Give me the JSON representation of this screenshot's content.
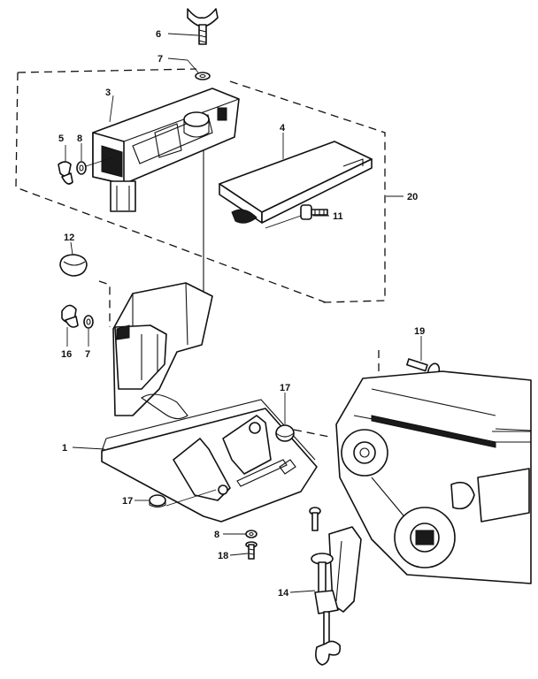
{
  "callouts": [
    {
      "id": "c6",
      "text": "6"
    },
    {
      "id": "c7a",
      "text": "7"
    },
    {
      "id": "c3",
      "text": "3"
    },
    {
      "id": "c5",
      "text": "5"
    },
    {
      "id": "c8a",
      "text": "8"
    },
    {
      "id": "c4",
      "text": "4"
    },
    {
      "id": "c20",
      "text": "20"
    },
    {
      "id": "c11",
      "text": "11"
    },
    {
      "id": "c12",
      "text": "12"
    },
    {
      "id": "c16",
      "text": "16"
    },
    {
      "id": "c7b",
      "text": "7"
    },
    {
      "id": "c19",
      "text": "19"
    },
    {
      "id": "c17a",
      "text": "17"
    },
    {
      "id": "c1",
      "text": "1"
    },
    {
      "id": "c17b",
      "text": "17"
    },
    {
      "id": "c8b",
      "text": "8"
    },
    {
      "id": "c18",
      "text": "18"
    },
    {
      "id": "c14",
      "text": "14"
    }
  ],
  "colors": {
    "ink": "#111111",
    "paper": "#ffffff"
  }
}
